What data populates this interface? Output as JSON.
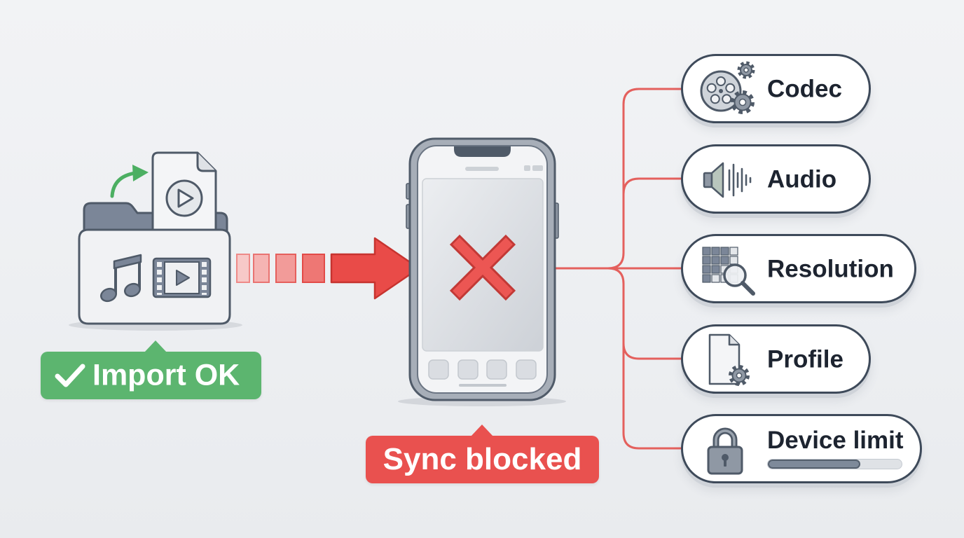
{
  "colors": {
    "success": "#5cb56f",
    "error": "#e9514f",
    "connector": "#e4605d",
    "outline": "#3e4a5a"
  },
  "source_media": {
    "icons": [
      "folder-icon",
      "video-file-icon",
      "music-note-icon",
      "film-strip-icon",
      "import-arrow-icon"
    ],
    "status": {
      "label": "Import OK",
      "icon": "check-icon"
    }
  },
  "transfer": {
    "icon": "transfer-arrow-icon"
  },
  "device": {
    "icon": "smartphone-icon",
    "screen_icon": "x-mark-icon",
    "status": {
      "label": "Sync blocked"
    }
  },
  "reasons": [
    {
      "label": "Codec",
      "icon": "film-reel-gears-icon"
    },
    {
      "label": "Audio",
      "icon": "speaker-waveform-icon"
    },
    {
      "label": "Resolution",
      "icon": "pixel-grid-magnifier-icon"
    },
    {
      "label": "Profile",
      "icon": "document-gear-icon"
    },
    {
      "label": "Device limit",
      "icon": "lock-icon",
      "progress": 0.69
    }
  ]
}
